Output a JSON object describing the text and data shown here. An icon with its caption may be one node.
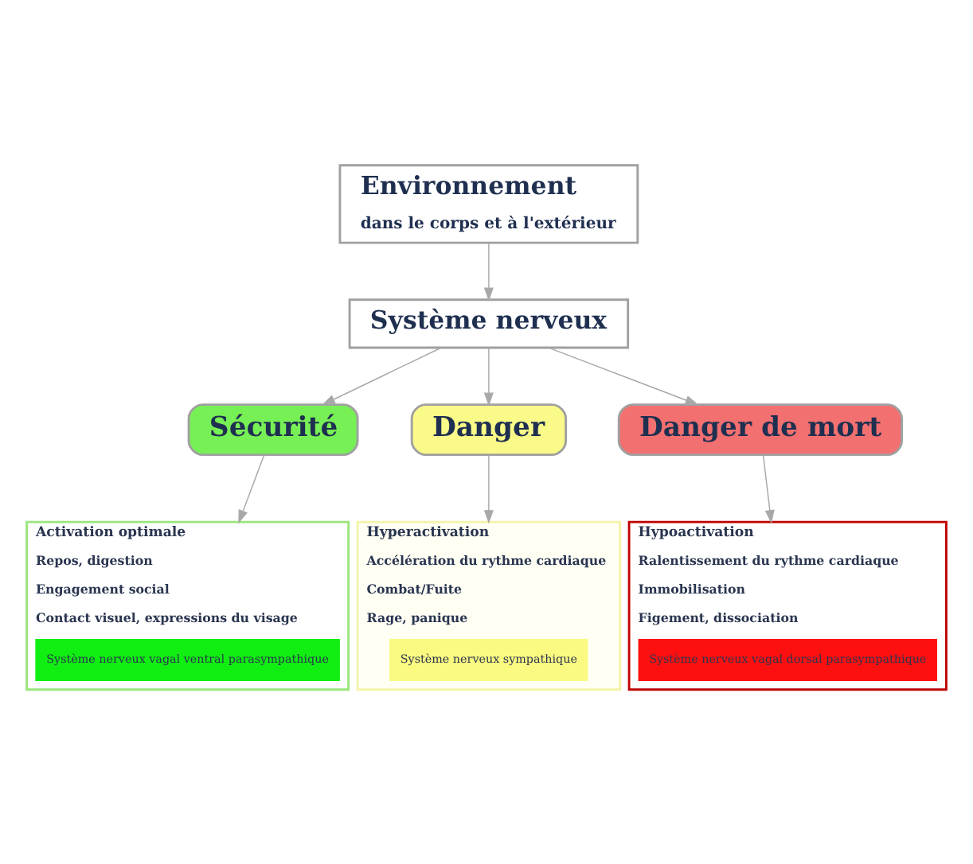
{
  "diagram": {
    "nodes": [
      {
        "text": [
          "Environnement",
          "dans le corps et à l'extérieur"
        ]
      },
      {
        "text": [
          "Système nerveux"
        ]
      },
      {
        "text": [
          "Sécurité"
        ]
      },
      {
        "text": [
          "Danger"
        ]
      },
      {
        "text": [
          "Danger de mort"
        ]
      },
      {
        "text": [
          "Activation optimale",
          "Repos, digestion",
          "Engagement social",
          "Contact visuel, expressions du visage"
        ]
      },
      {
        "text": [
          "Système nerveux vagal ventral parasympathique"
        ],
        "in": 5
      },
      {
        "text": [
          "Hyperactivation",
          "Accélération du rythme cardiaque",
          "Combat/Fuite",
          "Rage, panique"
        ]
      },
      {
        "text": [
          "Système nerveux sympathique"
        ],
        "in": 7
      },
      {
        "text": [
          "Hypoactivation",
          "Ralentissement du rythme cardiaque",
          "Immobilisation",
          "Figement, dissociation"
        ]
      },
      {
        "text": [
          "Système nerveux vagal dorsal parasympathique"
        ],
        "in": 9
      }
    ],
    "edges": [
      {
        "from": 0,
        "to": 1,
        "arrow": "to"
      },
      {
        "from": 1,
        "to": 2,
        "arrow": "to"
      },
      {
        "from": 1,
        "to": 3,
        "arrow": "to"
      },
      {
        "from": 1,
        "to": 4,
        "arrow": "to"
      },
      {
        "from": 2,
        "to": 5,
        "arrow": "to"
      },
      {
        "from": 3,
        "to": 7,
        "arrow": "to"
      },
      {
        "from": 4,
        "to": 9,
        "arrow": "to"
      }
    ]
  }
}
